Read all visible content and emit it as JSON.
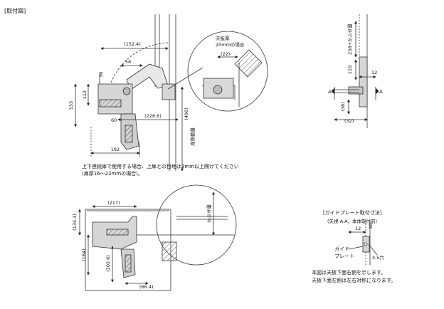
{
  "header": {
    "label": "[取付図]"
  },
  "dims_top": {
    "d152_4": "(152.4)",
    "d58": "58",
    "d30": "30",
    "d153": "153",
    "d112": "112",
    "d60": "60",
    "d226_6": "(226.6)",
    "d400": "(400)",
    "d192": "192",
    "travel": "扉移動量"
  },
  "detail_top": {
    "line1": "天板厚",
    "line2": "20mmの場合",
    "d22": "(22)"
  },
  "note_top": {
    "line1": "上下連続扉で使用する場合、上扉との目地は3mm以上開けてください",
    "line2": "(扉厚16〜22mmの場合)。"
  },
  "dims_right": {
    "d238": "238+かぶせ量",
    "d110": "110",
    "d12": "12",
    "d38": "(38)",
    "d32": "(32)",
    "a_left": "A",
    "a_right": "A"
  },
  "dims_bottom": {
    "d217": "(217)",
    "d135_3": "(135.3)",
    "d164": "(164)",
    "d202_6": "(202.6)",
    "d66_4": "(66.4)",
    "cover": "かぶせ量"
  },
  "guide": {
    "title": "[ガイドプレート取付寸法]",
    "subtitle": "(矢視 A-A、本体取付前)",
    "d30": "30",
    "d12": "12",
    "label1": "ガイド",
    "label2": "プレート",
    "hole": "4.5穴"
  },
  "note_bottom": {
    "line1": "本図は天板下面右側を示します。",
    "line2": "天板下面左側は左右対称になります。"
  }
}
